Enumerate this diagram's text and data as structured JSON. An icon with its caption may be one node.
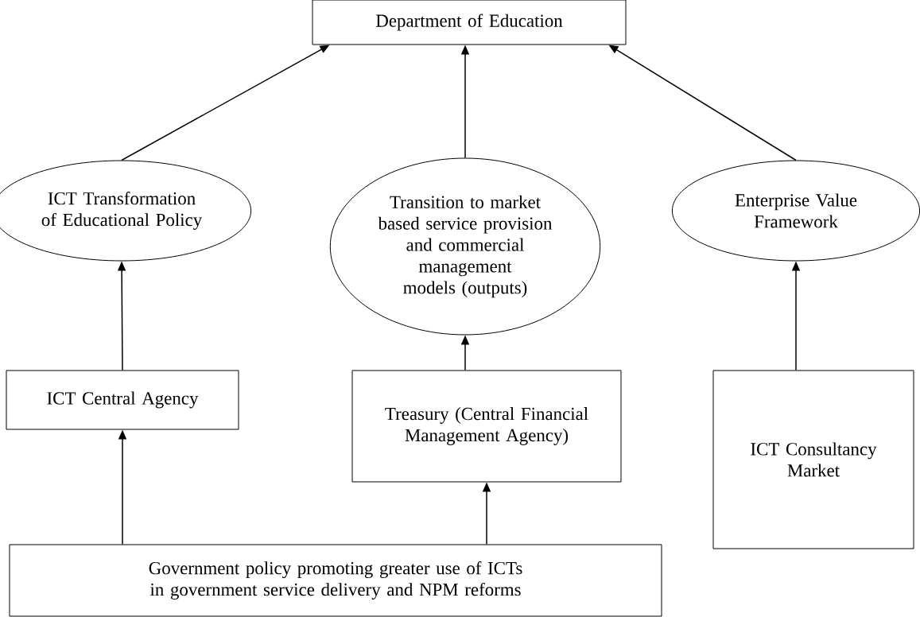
{
  "diagram": {
    "nodes": [
      {
        "text": [
          "Department of Education"
        ]
      },
      {
        "text": [
          "ICT Transformation of Educational Policy"
        ]
      },
      {
        "text": [
          "Transition to market based service provision and commercial management models (outputs)"
        ]
      },
      {
        "text": [
          "Enterprise Value Framework"
        ]
      },
      {
        "text": [
          "ICT Central Agency"
        ]
      },
      {
        "text": [
          "Treasury (Central Financial Management Agency)"
        ]
      },
      {
        "text": [
          "ICT Consultancy Market"
        ]
      },
      {
        "text": [
          "Government policy promoting greater use of ICTs in government service delivery and NPM reforms"
        ]
      }
    ],
    "edges": [
      {
        "from": 1,
        "to": 0,
        "arrow": "to"
      },
      {
        "from": 2,
        "to": 0,
        "arrow": "to"
      },
      {
        "from": 3,
        "to": 0,
        "arrow": "to"
      },
      {
        "from": 4,
        "to": 1,
        "arrow": "to"
      },
      {
        "from": 5,
        "to": 2,
        "arrow": "to"
      },
      {
        "from": 6,
        "to": 3,
        "arrow": "to"
      },
      {
        "from": 7,
        "to": 4,
        "arrow": "to"
      },
      {
        "from": 7,
        "to": 5,
        "arrow": "to"
      }
    ]
  }
}
